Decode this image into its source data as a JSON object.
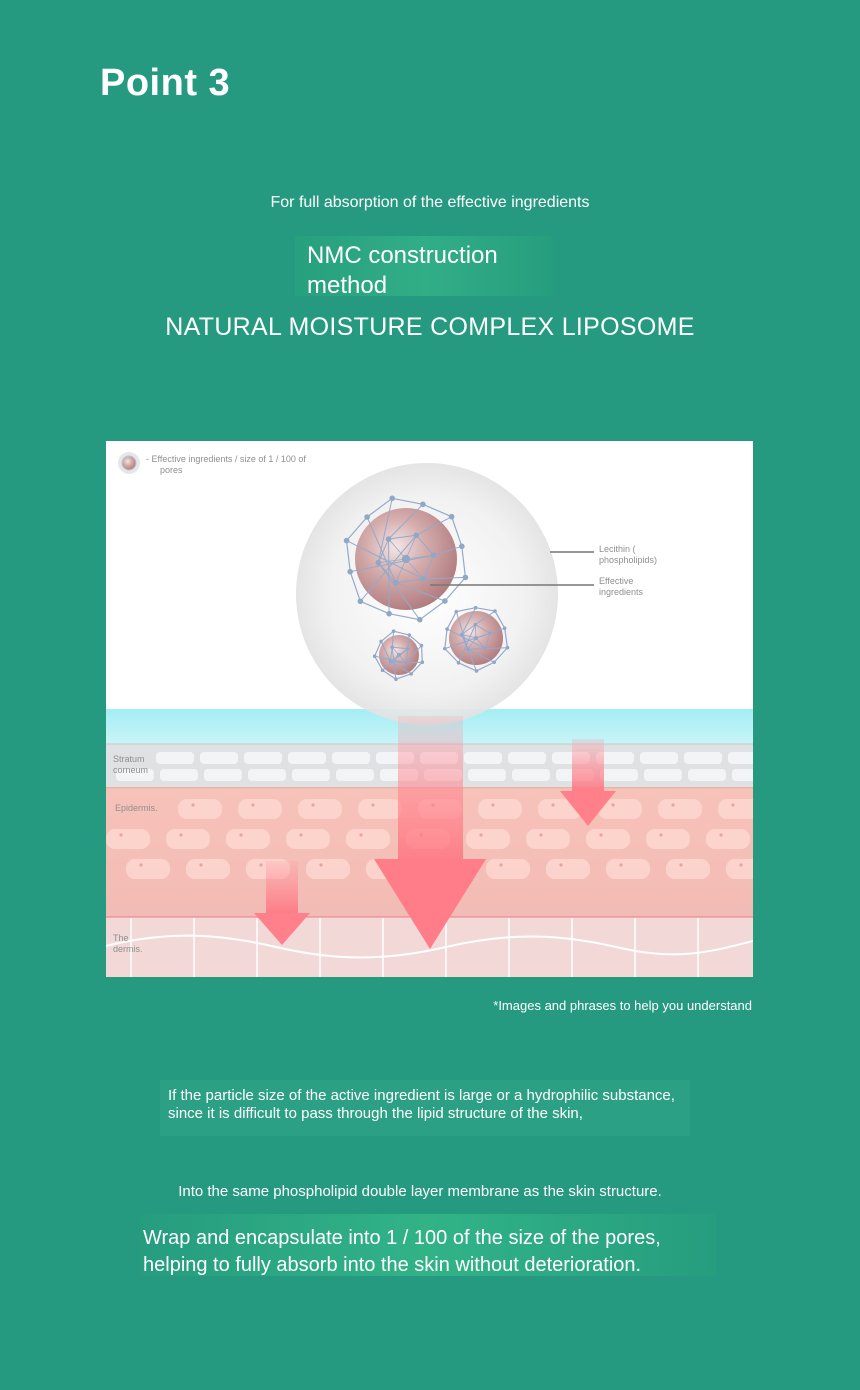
{
  "header": {
    "point_title": "Point 3",
    "subtitle": "For full absorption of the effective ingredients",
    "nmc_line1": "NMC construction",
    "nmc_line2": "method",
    "nmc_full": "NATURAL MOISTURE COMPLEX LIPOSOME"
  },
  "diagram": {
    "legend_line1": "- Effective ingredients / size of 1 / 100 of",
    "legend_line2": "pores",
    "lecithin_line1": "Lecithin (",
    "lecithin_line2": "phospholipids)",
    "effective_line1": "Effective",
    "effective_line2": "ingredients",
    "stratum_line1": "Stratum",
    "stratum_line2": "corneum",
    "epidermis": "Epidermis.",
    "dermis_line1": "The",
    "dermis_line2": "dermis.",
    "colors": {
      "sphere": "#c89898",
      "lattice": "#8ea8c8",
      "arrow": "#ff7d88",
      "stratum": "#d4d9da",
      "epidermis": "#f7c4bc",
      "dermis": "#f0d2d2",
      "water_layer": "#a6ebf2"
    }
  },
  "footnote": "*Images and phrases to help you understand",
  "body": {
    "para1_line1": "If the particle size of the active ingredient is large or a hydrophilic substance,",
    "para1_line2": "since it is difficult to pass through the lipid structure of the skin,",
    "para2": "Into the same phospholipid double layer membrane as the skin structure.",
    "para3_line1": "Wrap and encapsulate into 1 / 100 of the size of the pores,",
    "para3_line2": "helping to fully absorb into the skin without deterioration."
  }
}
